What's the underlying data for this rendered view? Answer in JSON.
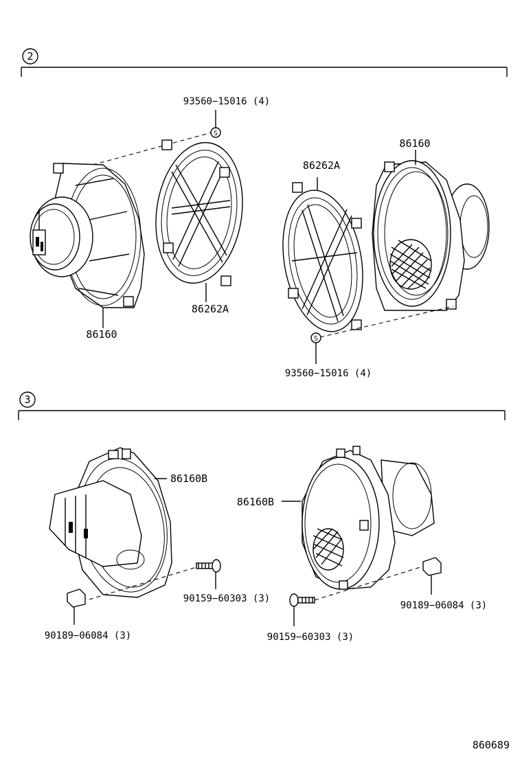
{
  "sections": [
    {
      "number": "2"
    },
    {
      "number": "3"
    }
  ],
  "labels": {
    "screw_top": "93560−15016 (4)",
    "screw_bottom": "93560−15016 (4)",
    "speaker_left": "86160",
    "speaker_right": "86160",
    "bracket_left": "86262A",
    "bracket_right": "86262A",
    "speaker_b_left": "86160B",
    "speaker_b_right": "86160B",
    "bolt_left": "90159−60303 (3)",
    "bolt_right": "90159−60303 (3)",
    "nut_left": "90189−06084 (3)",
    "nut_right": "90189−06084 (3)",
    "screw_symbol": "S",
    "figure_code": "860689"
  }
}
